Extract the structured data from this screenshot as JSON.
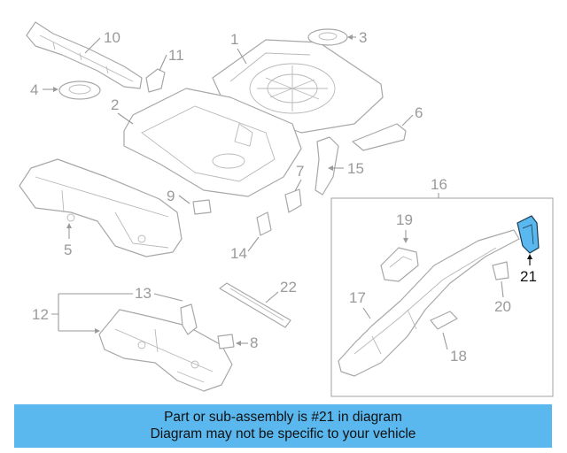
{
  "diagram": {
    "callouts": [
      "1",
      "2",
      "3",
      "4",
      "5",
      "6",
      "7",
      "8",
      "9",
      "10",
      "11",
      "12",
      "13",
      "14",
      "15",
      "16",
      "17",
      "18",
      "19",
      "20",
      "21",
      "22"
    ],
    "highlighted_part": "21",
    "highlight_color": "#5ab8ee",
    "line_color": "#a8a8a8"
  },
  "banner": {
    "line1": "Part or sub-assembly is #21 in diagram",
    "line2": "Diagram may not be specific to your vehicle",
    "background": "#5ab8ee"
  }
}
